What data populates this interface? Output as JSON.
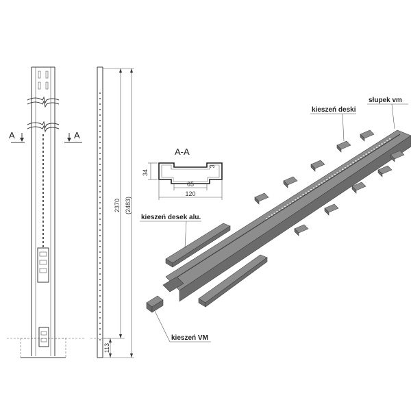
{
  "section": {
    "marker_left": "A",
    "marker_right": "A",
    "title": "A-A",
    "dim_height": "34",
    "dim_lip": "3",
    "dim_inner": "65",
    "dim_outer": "120"
  },
  "post": {
    "dim_length": "2370",
    "dim_total": "(2483)",
    "dim_bottom": "113"
  },
  "labels": {
    "slupek": "słupek vm",
    "kieszen_deski": "kieszeń deski",
    "kieszen_alu": "kieszeń desek alu.",
    "kieszen_vm": "kieszeń VM"
  }
}
